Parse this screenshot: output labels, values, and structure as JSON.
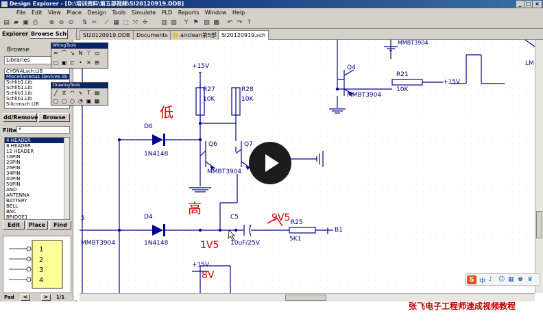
{
  "window": {
    "title": "Design Explorer - [D:\\培训资料\\第五部视频\\SI20120919.DDB]"
  },
  "menu": [
    "File",
    "Edit",
    "View",
    "Place",
    "Design",
    "Tools",
    "Simulate",
    "PLD",
    "Reports",
    "Window",
    "Help"
  ],
  "panel": {
    "tabs": [
      "Explorer",
      "Browse Sch"
    ],
    "browse_label": "Browse",
    "libraries_value": "Libraries",
    "libraries": [
      "CYGNALsch.LIB",
      "Miscellaneous Devices.lib",
      "Schlib1.Lib",
      "Schlib1.Lib",
      "Schlib1.Lib",
      "Schlib1.Lib",
      "Siliconsch.LIB"
    ],
    "add_remove": "dd/Remove",
    "browse_button": "Browse",
    "filter_label": "Filte",
    "filter_value": "*",
    "components": [
      "4 HEADER",
      "8 HEADER",
      "12 HEADER",
      "16PIN",
      "20PIN",
      "26PIN",
      "34PIN",
      "40PIN",
      "50PIN",
      "AND",
      "ANTENNA",
      "BATTERY",
      "BELL",
      "BNC",
      "BRIDGE1"
    ],
    "edit": "Edit",
    "place": "Place",
    "find": "Find",
    "preview_pins": [
      "1",
      "2",
      "3",
      "4"
    ],
    "page_label": "Pad",
    "page_value": "1/1"
  },
  "doc_tabs": [
    "SI20120919.DDB",
    "Documents",
    "airclean第5部",
    "SI20120919.sch"
  ],
  "floating": {
    "wiring_title": "WiringTools",
    "drawing_title": "DrawingTools"
  },
  "schematic": {
    "labels": {
      "q4": "Q4",
      "q4_part": "MMBT3904",
      "r21": "R21",
      "r21_val": "10K",
      "p15_right": "+15V",
      "mmbt_top": "MMBT3904",
      "lm": "LM",
      "p15_top": "+15V",
      "r27": "R27",
      "r27_val": "10K",
      "r28": "R28",
      "r28_val": "10K",
      "low": "低",
      "d6": "D6",
      "d6_part": "1N4148",
      "q6": "Q6",
      "q7": "Q7",
      "q67_part": "MMBT3904",
      "high": "高",
      "d4": "D4",
      "d4_part": "1N4148",
      "mmbt_left": "MMBT3904",
      "c5": "C5",
      "c5_val": "10uF/25V",
      "v9": "9V5",
      "r25": "R25",
      "r25_val": "5K1",
      "b1": "B1",
      "v1": "1V5",
      "p15_bottom": "+15V",
      "v8": "8V",
      "s_left": "5"
    }
  },
  "tray": {
    "logo": "S",
    "items": [
      "中",
      "♪",
      "☺",
      "▦",
      "♚",
      "♛"
    ]
  },
  "status": {
    "text": "张飞电子工程师速成视频教程"
  }
}
